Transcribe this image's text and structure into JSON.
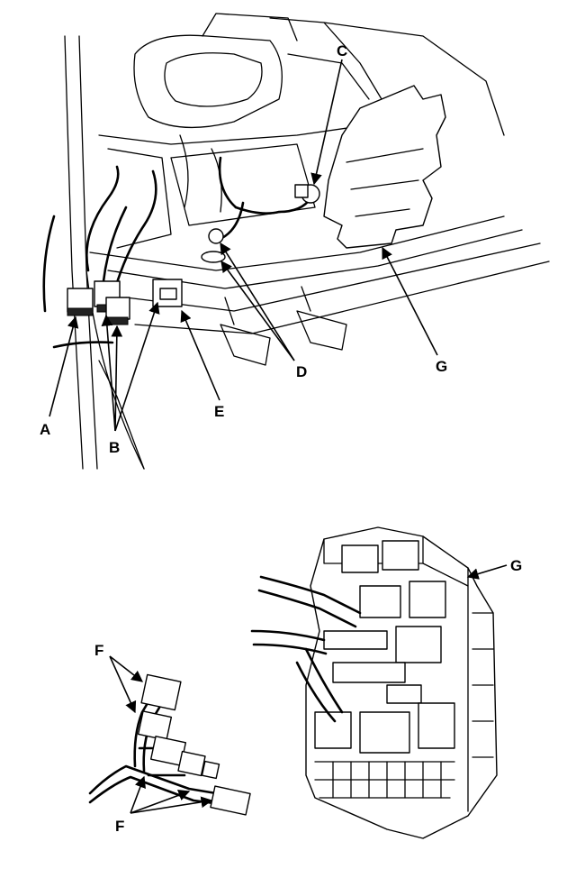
{
  "callouts": {
    "a": "A",
    "b": "B",
    "c": "C",
    "d": "D",
    "e": "E",
    "f1": "F",
    "f2": "F",
    "g1": "G",
    "g2": "G"
  }
}
